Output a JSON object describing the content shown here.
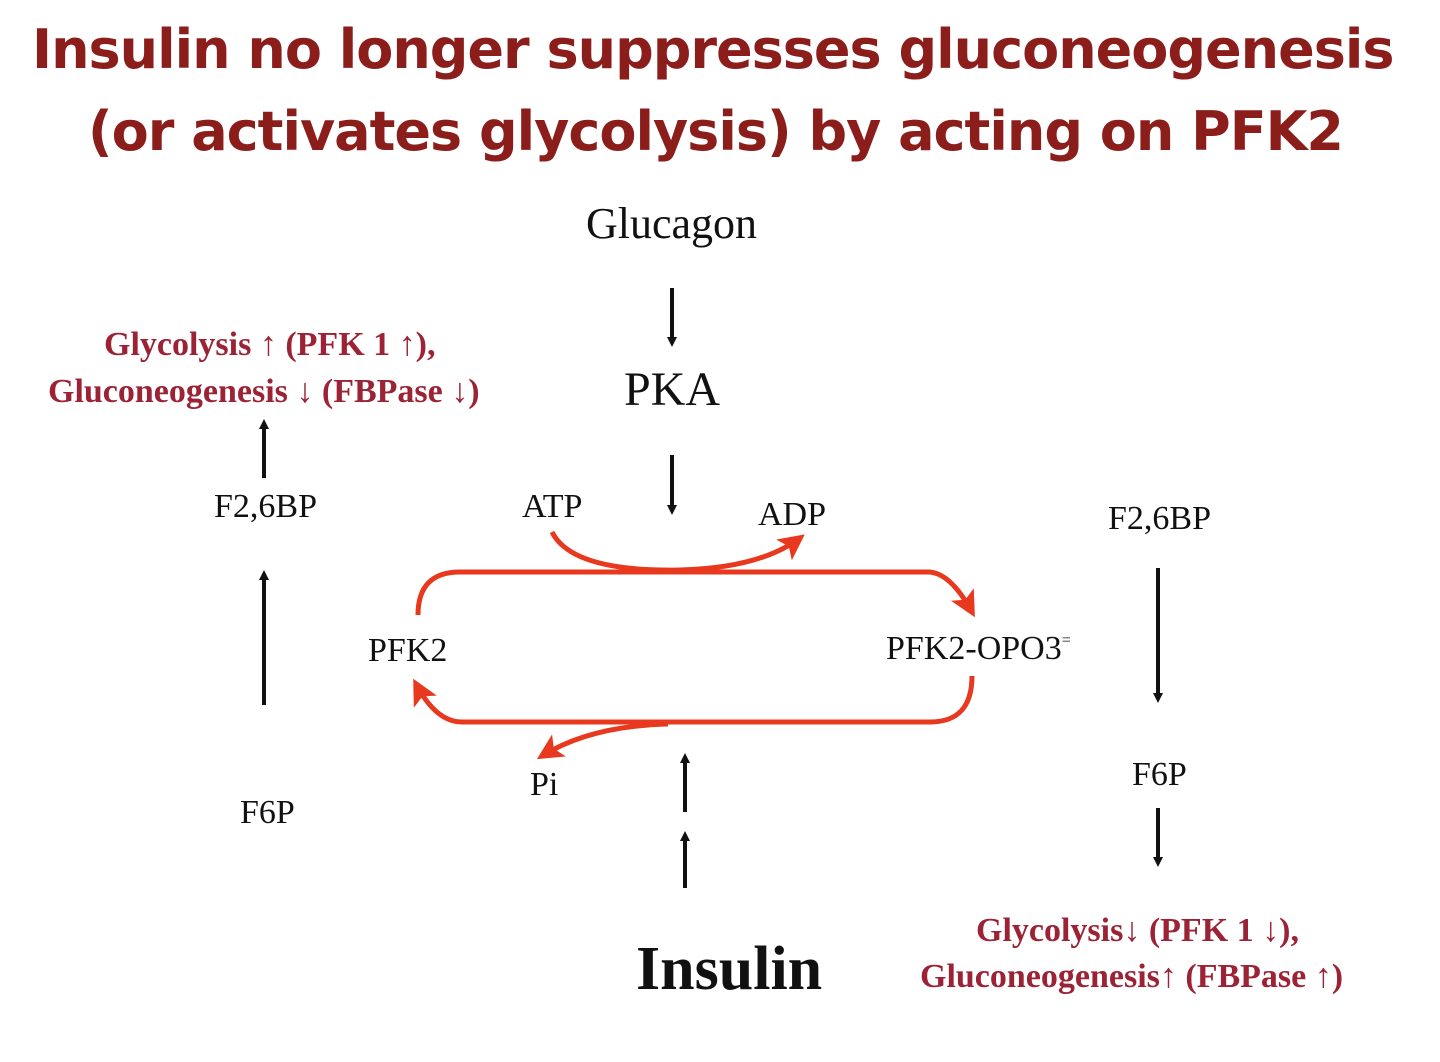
{
  "title": {
    "line1": "Insulin no longer suppresses gluconeogenesis",
    "line2": "(or activates glycolysis) by acting on PFK2"
  },
  "labels": {
    "glucagon": "Glucagon",
    "pka": "PKA",
    "atp": "ATP",
    "adp": "ADP",
    "pfk2": "PFK2",
    "pfk2_p": "PFK2-OPO3",
    "pfk2_p_charge": "=",
    "pi": "Pi",
    "insulin": "Insulin",
    "left_f26bp": "F2,6BP",
    "left_f6p": "F6P",
    "right_f26bp": "F2,6BP",
    "right_f6p": "F6P"
  },
  "outcomes": {
    "left_line1": "Glycolysis ↑ (PFK 1 ↑),",
    "left_line2": "Gluconeogenesis ↓ (FBPase ↓)",
    "right_line1": "Glycolysis↓ (PFK 1 ↓),",
    "right_line2": "Gluconeogenesis↑ (FBPase ↑)"
  },
  "colors": {
    "title": "#8b1e1b",
    "outcome_text": "#9b2335",
    "cycle_arrows": "#e8381e",
    "arrows": "#111111"
  }
}
